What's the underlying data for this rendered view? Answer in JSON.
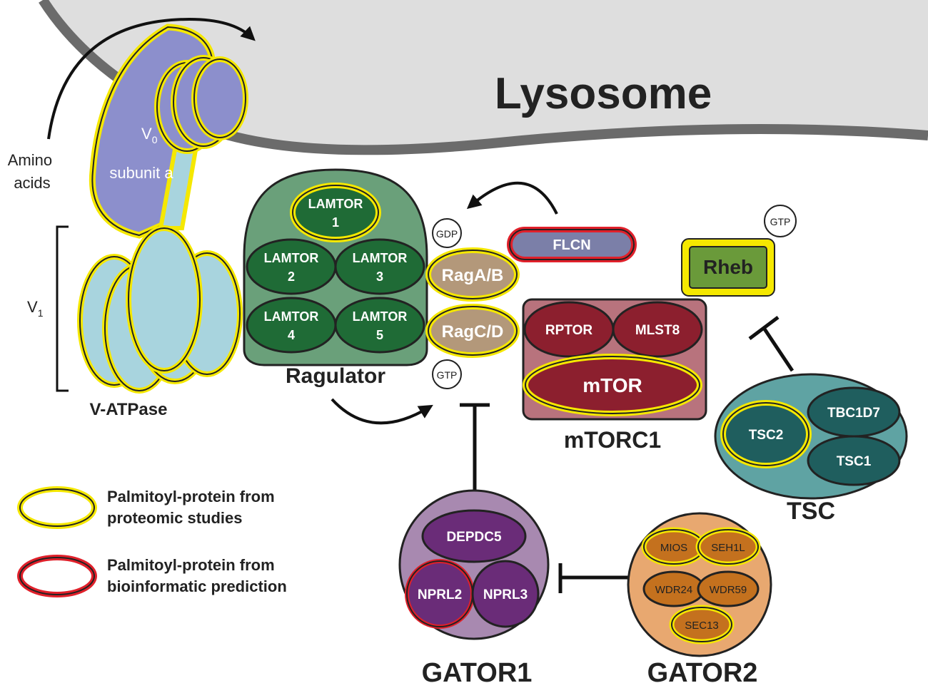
{
  "title": "Lysosome",
  "amino_acids": [
    "Amino",
    "acids"
  ],
  "vatpase": {
    "name": "V-ATPase",
    "v0_label": "V",
    "v0_sub": "0",
    "v0_line2": "subunit a",
    "v1_label": "V",
    "v1_sub": "1"
  },
  "ragulator": {
    "name": "Ragulator",
    "lamtor1": [
      "LAMTOR",
      "1"
    ],
    "lamtor2": [
      "LAMTOR",
      "2"
    ],
    "lamtor3": [
      "LAMTOR",
      "3"
    ],
    "lamtor4": [
      "LAMTOR",
      "4"
    ],
    "lamtor5": [
      "LAMTOR",
      "5"
    ]
  },
  "rags": {
    "ragab": "RagA/B",
    "ragcd": "RagC/D",
    "gdp": "GDP",
    "gtp": "GTP"
  },
  "flcn": "FLCN",
  "mtorc1": {
    "name": "mTORC1",
    "rptor": "RPTOR",
    "mlst8": "MLST8",
    "mtor": "mTOR"
  },
  "rheb": {
    "name": "Rheb",
    "gtp": "GTP"
  },
  "tsc": {
    "name": "TSC",
    "tsc2": "TSC2",
    "tbc1d7": "TBC1D7",
    "tsc1": "TSC1"
  },
  "gator1": {
    "name": "GATOR1",
    "depdc5": "DEPDC5",
    "nprl2": "NPRL2",
    "nprl3": "NPRL3"
  },
  "gator2": {
    "name": "GATOR2",
    "mios": "MIOS",
    "seh1l": "SEH1L",
    "wdr24": "WDR24",
    "wdr59": "WDR59",
    "sec13": "SEC13"
  },
  "legend": {
    "yellow": [
      "Palmitoyl-protein from",
      "proteomic studies"
    ],
    "red": [
      "Palmitoyl-protein from",
      "bioinformatic prediction"
    ]
  },
  "colors": {
    "lysosome": "#dedede",
    "membrane": "#6b6b6b",
    "palmitoyl_proteomic": "#f5e800",
    "palmitoyl_bioinformatic": "#e0202a",
    "ragulator_body": "#6aa07a",
    "lamtor": "#1f6b36",
    "rag": "#b3987a",
    "mtorc1_body": "#b8737d",
    "mtorc1_parts": "#8c1f2e",
    "rheb": "#6a9a3a",
    "tsc_body": "#5fa3a3",
    "tsc_parts": "#1f5e5e",
    "gator1_body": "#a889b0",
    "gator1_parts": "#6a2c78",
    "gator2_body": "#e8a870",
    "gator2_parts": "#c4711e",
    "vo": "#8c8fcc",
    "v1": "#a8d4de"
  }
}
